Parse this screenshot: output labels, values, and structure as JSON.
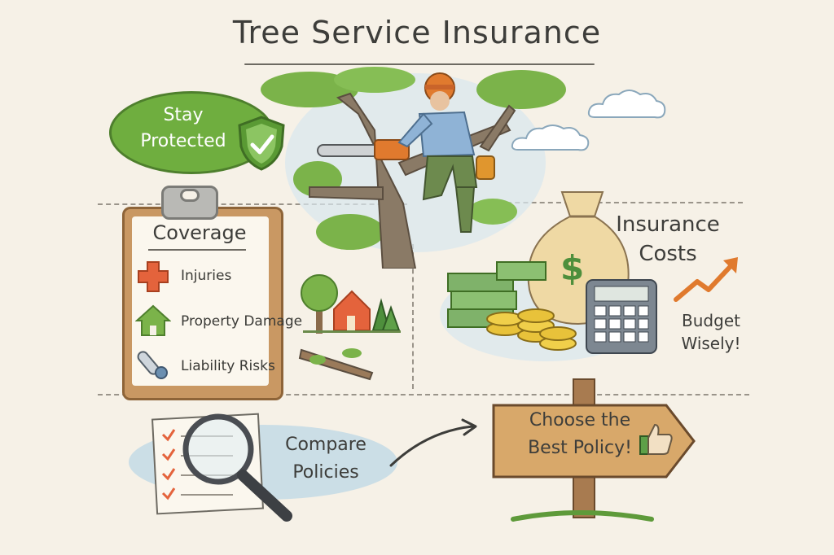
{
  "title": "Tree Service Insurance",
  "badge": {
    "line1": "Stay",
    "line2": "Protected"
  },
  "coverage": {
    "title": "Coverage",
    "items": [
      {
        "label": "Injuries",
        "icon": "medical-cross-icon"
      },
      {
        "label": "Property Damage",
        "icon": "house-icon"
      },
      {
        "label": "Liability Risks",
        "icon": "thermometer-icon"
      }
    ]
  },
  "costs": {
    "line1": "Insurance",
    "line2": "Costs"
  },
  "budget": {
    "line1": "Budget",
    "line2": "Wisely!"
  },
  "compare": {
    "line1": "Compare",
    "line2": "Policies"
  },
  "sign": {
    "line1": "Choose the",
    "line2": "Best Policy!"
  },
  "colors": {
    "green": "#6fae3f",
    "orange": "#e07a2e",
    "cross_red": "#e4633c",
    "wood": "#c99863",
    "sky": "#c7dbe6"
  }
}
